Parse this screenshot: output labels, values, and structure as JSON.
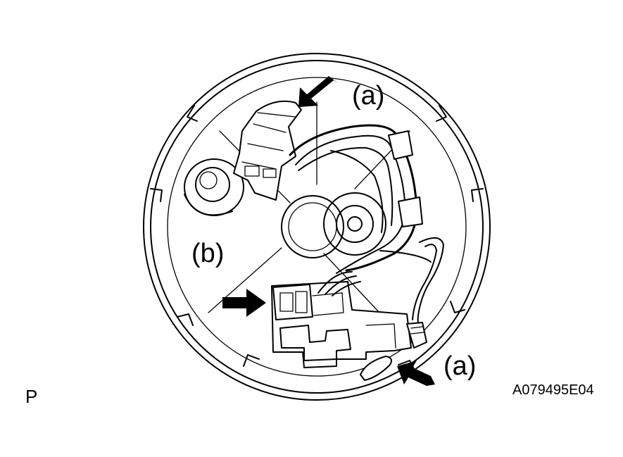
{
  "labels": {
    "a_top": "(a)",
    "a_bottom": "(a)",
    "b": "(b)"
  },
  "corner_left": "P",
  "figure_code": "A079495E04",
  "colors": {
    "ink": "#000000",
    "paper": "#ffffff"
  }
}
